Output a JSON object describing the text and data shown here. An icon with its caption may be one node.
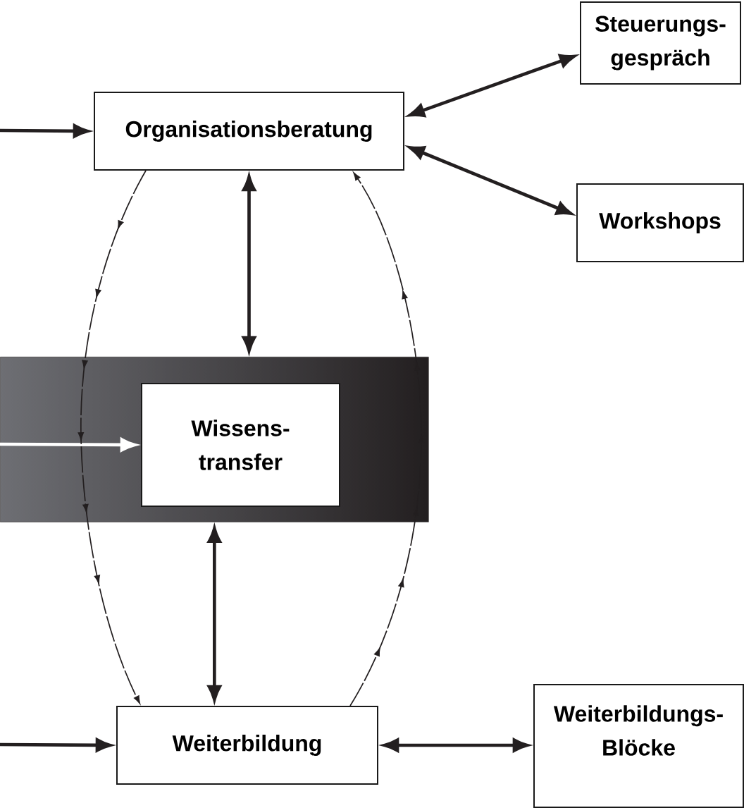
{
  "diagram": {
    "nodes": [
      {
        "text": [
          "Organisationsberatung"
        ]
      },
      {
        "text": [
          "Steuerungs- gespräch"
        ]
      },
      {
        "text": [
          "Workshops"
        ]
      },
      {
        "text": [],
        "shape": "bar"
      },
      {
        "text": [
          "Wissens- transfer"
        ],
        "in": 3
      },
      {
        "text": [
          "Weiterbildung"
        ]
      },
      {
        "text": [
          "Weiterbildungs- Blöcke"
        ]
      }
    ],
    "edges": [
      {
        "from": null,
        "to": 0,
        "arrow": "to"
      },
      {
        "from": 0,
        "to": 1,
        "arrow": "both"
      },
      {
        "from": 0,
        "to": 2,
        "arrow": "both"
      },
      {
        "from": 0,
        "to": 3,
        "arrow": "both"
      },
      {
        "from": null,
        "to": 4,
        "arrow": "to",
        "color": "#ffffff"
      },
      {
        "from": 3,
        "to": 5,
        "arrow": "both"
      },
      {
        "from": null,
        "to": 5,
        "arrow": "to"
      },
      {
        "from": 5,
        "to": 6,
        "arrow": "both"
      },
      {
        "from": 0,
        "to": 5,
        "arrow": "to",
        "style": "dashed"
      },
      {
        "from": 5,
        "to": 0,
        "arrow": "to",
        "style": "dashed"
      }
    ]
  }
}
